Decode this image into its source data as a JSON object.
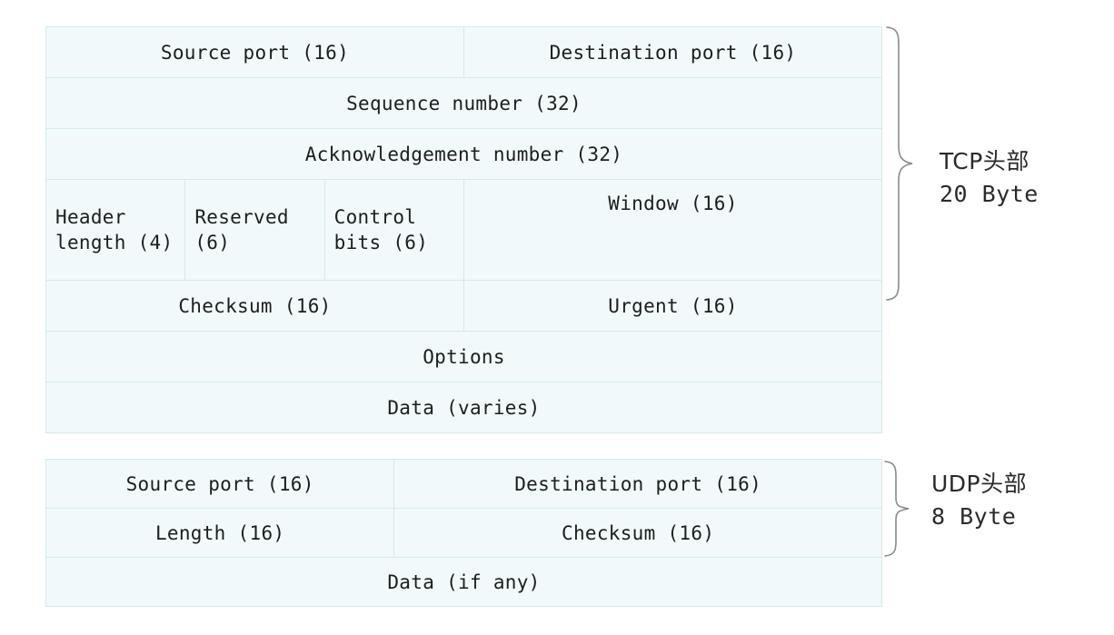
{
  "diagram": {
    "title": "TCP and UDP header layout",
    "palette": {
      "cell_fill": "#f1f9fa",
      "cell_border": "#d3ebeb",
      "text": "#1d1d1d",
      "brace_stroke": "#8a8a8a",
      "page_background": "#ffffff"
    }
  },
  "tcp": {
    "rows": [
      {
        "cells": [
          {
            "label": "Source port (16)",
            "bits": 16,
            "align": "center"
          },
          {
            "label": "Destination port (16)",
            "bits": 16,
            "align": "center"
          }
        ]
      },
      {
        "cells": [
          {
            "label": "Sequence number (32)",
            "bits": 32,
            "align": "center"
          }
        ]
      },
      {
        "cells": [
          {
            "label": "Acknowledgement number (32)",
            "bits": 32,
            "align": "center"
          }
        ]
      },
      {
        "cells": [
          {
            "label": "Header length (4)",
            "bits": 4,
            "align": "left"
          },
          {
            "label": "Reserved (6)",
            "bits": 6,
            "align": "left"
          },
          {
            "label": "Control bits (6)",
            "bits": 6,
            "align": "left"
          },
          {
            "label": "Window (16)",
            "bits": 16,
            "align": "center"
          }
        ]
      },
      {
        "cells": [
          {
            "label": "Checksum (16)",
            "bits": 16,
            "align": "center"
          },
          {
            "label": "Urgent (16)",
            "bits": 16,
            "align": "center"
          }
        ]
      },
      {
        "cells": [
          {
            "label": "Options",
            "bits": null,
            "align": "center"
          }
        ]
      },
      {
        "cells": [
          {
            "label": "Data (varies)",
            "bits": null,
            "align": "center"
          }
        ]
      }
    ],
    "annotation": {
      "line1": "TCP头部",
      "line2": "20 Byte",
      "protocol": "TCP",
      "suffix_cn": "头部",
      "size": "20 Byte"
    }
  },
  "udp": {
    "rows": [
      {
        "cells": [
          {
            "label": "Source port (16)",
            "bits": 16,
            "align": "center"
          },
          {
            "label": "Destination port (16)",
            "bits": 16,
            "align": "center"
          }
        ]
      },
      {
        "cells": [
          {
            "label": "Length (16)",
            "bits": 16,
            "align": "center"
          },
          {
            "label": "Checksum (16)",
            "bits": 16,
            "align": "center"
          }
        ]
      },
      {
        "cells": [
          {
            "label": "Data (if any)",
            "bits": null,
            "align": "center"
          }
        ]
      }
    ],
    "annotation": {
      "line1": "UDP头部",
      "line2": "8 Byte",
      "protocol": "UDP",
      "suffix_cn": "头部",
      "size": "8 Byte"
    }
  }
}
